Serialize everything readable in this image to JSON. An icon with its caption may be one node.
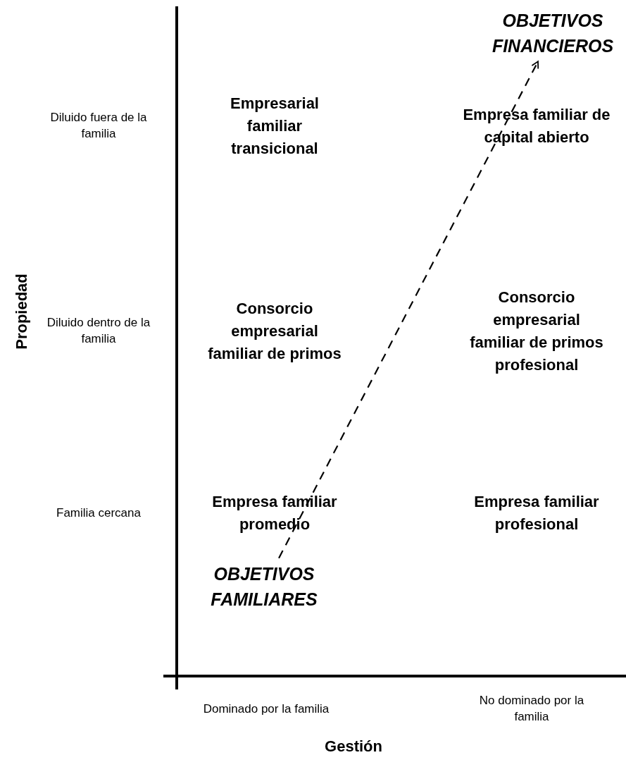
{
  "diagram": {
    "nodes": [
      {
        "text": [
          "OBJETIVOS FINANCIEROS"
        ]
      },
      {
        "text": [
          "OBJETIVOS FAMILIARES"
        ]
      }
    ],
    "edges": [
      {
        "from": 1,
        "to": 0,
        "arrow": "to",
        "style": "dashed"
      }
    ],
    "labels": [
      "Diluido fuera de la familia",
      "Empresarial familiar transicional",
      "Empresa familiar de capital abierto",
      "Propiedad",
      "Diluido dentro de la familia",
      "Consorcio empresarial familiar de primos",
      "Consorcio empresarial familiar de primos profesional",
      "Familia cercana",
      "Empresa familiar promedio",
      "Empresa familiar profesional",
      "Dominado por la familia",
      "No dominado por la familia",
      "Gestión"
    ]
  }
}
